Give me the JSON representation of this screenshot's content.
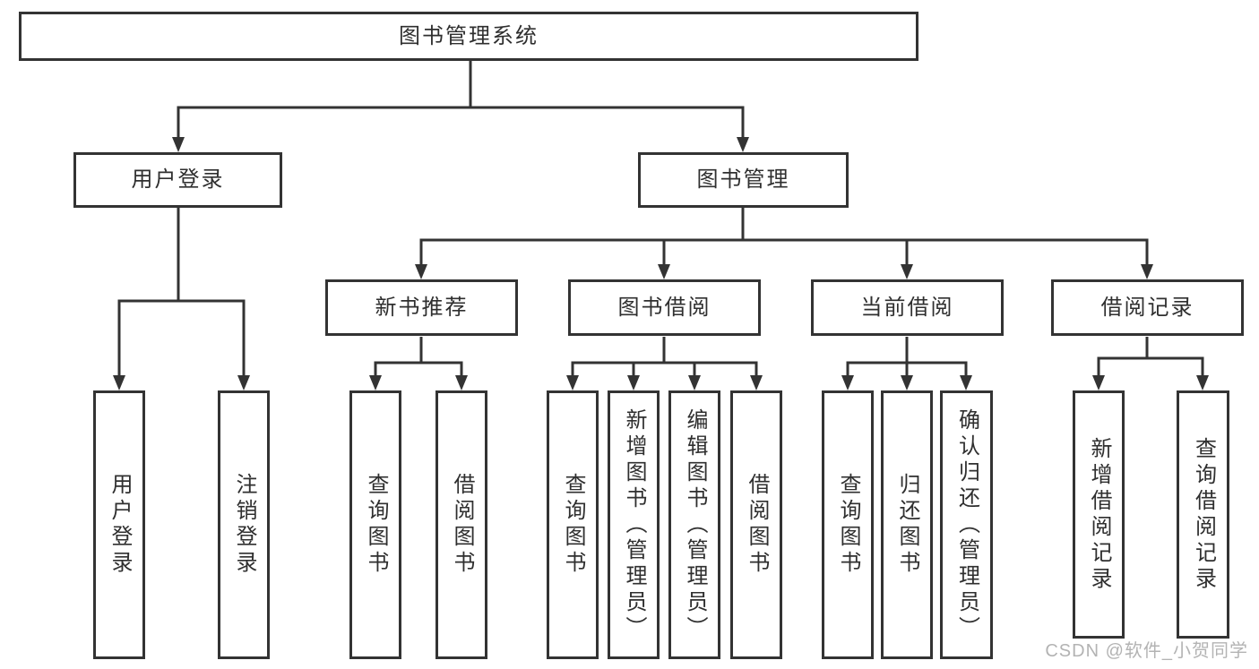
{
  "diagram": {
    "root": {
      "label": "图书管理系统"
    },
    "user_branch": {
      "label": "用户登录",
      "children": [
        {
          "label": "用户登录"
        },
        {
          "label": "注销登录"
        }
      ]
    },
    "book_branch": {
      "label": "图书管理",
      "sections": [
        {
          "label": "新书推荐",
          "children": [
            {
              "label": "查询图书"
            },
            {
              "label": "借阅图书"
            }
          ]
        },
        {
          "label": "图书借阅",
          "children": [
            {
              "label": "查询图书"
            },
            {
              "label": "新增图书（管理员）"
            },
            {
              "label": "编辑图书（管理员）"
            },
            {
              "label": "借阅图书"
            }
          ]
        },
        {
          "label": "当前借阅",
          "children": [
            {
              "label": "查询图书"
            },
            {
              "label": "归还图书"
            },
            {
              "label": "确认归还（管理员）"
            }
          ]
        },
        {
          "label": "借阅记录",
          "children": [
            {
              "label": "新增借阅记录"
            },
            {
              "label": "查询借阅记录"
            }
          ]
        }
      ]
    }
  },
  "watermark": {
    "text": "CSDN @软件_小贺同学"
  },
  "colors": {
    "line": "#333333",
    "text": "#2f2f2f",
    "watermark": "#b3b3b3",
    "background": "#ffffff"
  }
}
